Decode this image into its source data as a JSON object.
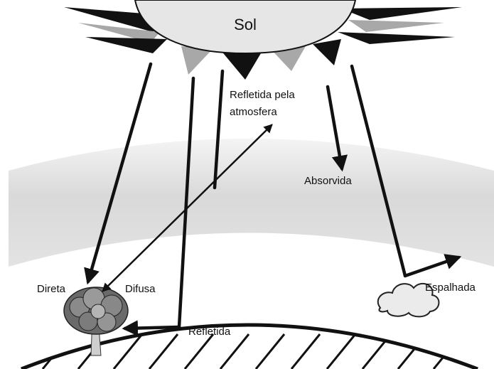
{
  "diagram": {
    "sun_label": "Sol",
    "labels": {
      "reflected_atmosphere_line1": "Refletida pela",
      "reflected_atmosphere_line2": "atmosfera",
      "absorbed": "Absorvida",
      "direct": "Direta",
      "diffuse": "Difusa",
      "scattered": "Espalhada",
      "reflected": "Refletida"
    },
    "colors": {
      "sun_fill": "#e6e6e6",
      "ray_black": "#111111",
      "ray_grey": "#a8a8a8",
      "atmosphere": "#d9d9d9",
      "ground_hatch": "#111111",
      "tree": "#555555",
      "cloud": "#e9e9e9"
    }
  }
}
